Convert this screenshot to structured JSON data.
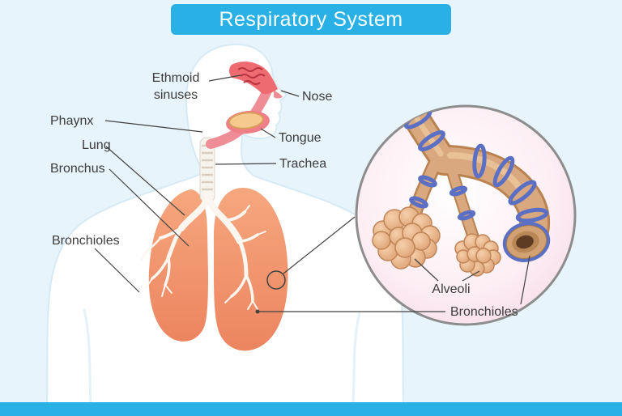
{
  "header": {
    "title": "Respiratory System"
  },
  "labels": {
    "ethmoid_line1": "Ethmoid",
    "ethmoid_line2": "sinuses",
    "nose": "Nose",
    "phaynx": "Phaynx",
    "tongue": "Tongue",
    "lung": "Lung",
    "bronchus": "Bronchus",
    "trachea": "Trachea",
    "bronchioles_left": "Bronchioles",
    "alveoli": "Alveoli",
    "bronchioles_right": "Bronchioles"
  },
  "colors": {
    "banner_blue": "#29b0e5",
    "background": "#e8f4fb",
    "label_text": "#3c3c3c",
    "lung_orange": "#f29a72",
    "sinus_red": "#ee6b72",
    "pharynx_pink": "#ef8d96",
    "tongue_yellow": "#f6c98f",
    "alveoli_tan": "#e8b28a",
    "tube_ring_blue": "#5b70c5",
    "magnifier_pink": "#f5d7e5"
  }
}
